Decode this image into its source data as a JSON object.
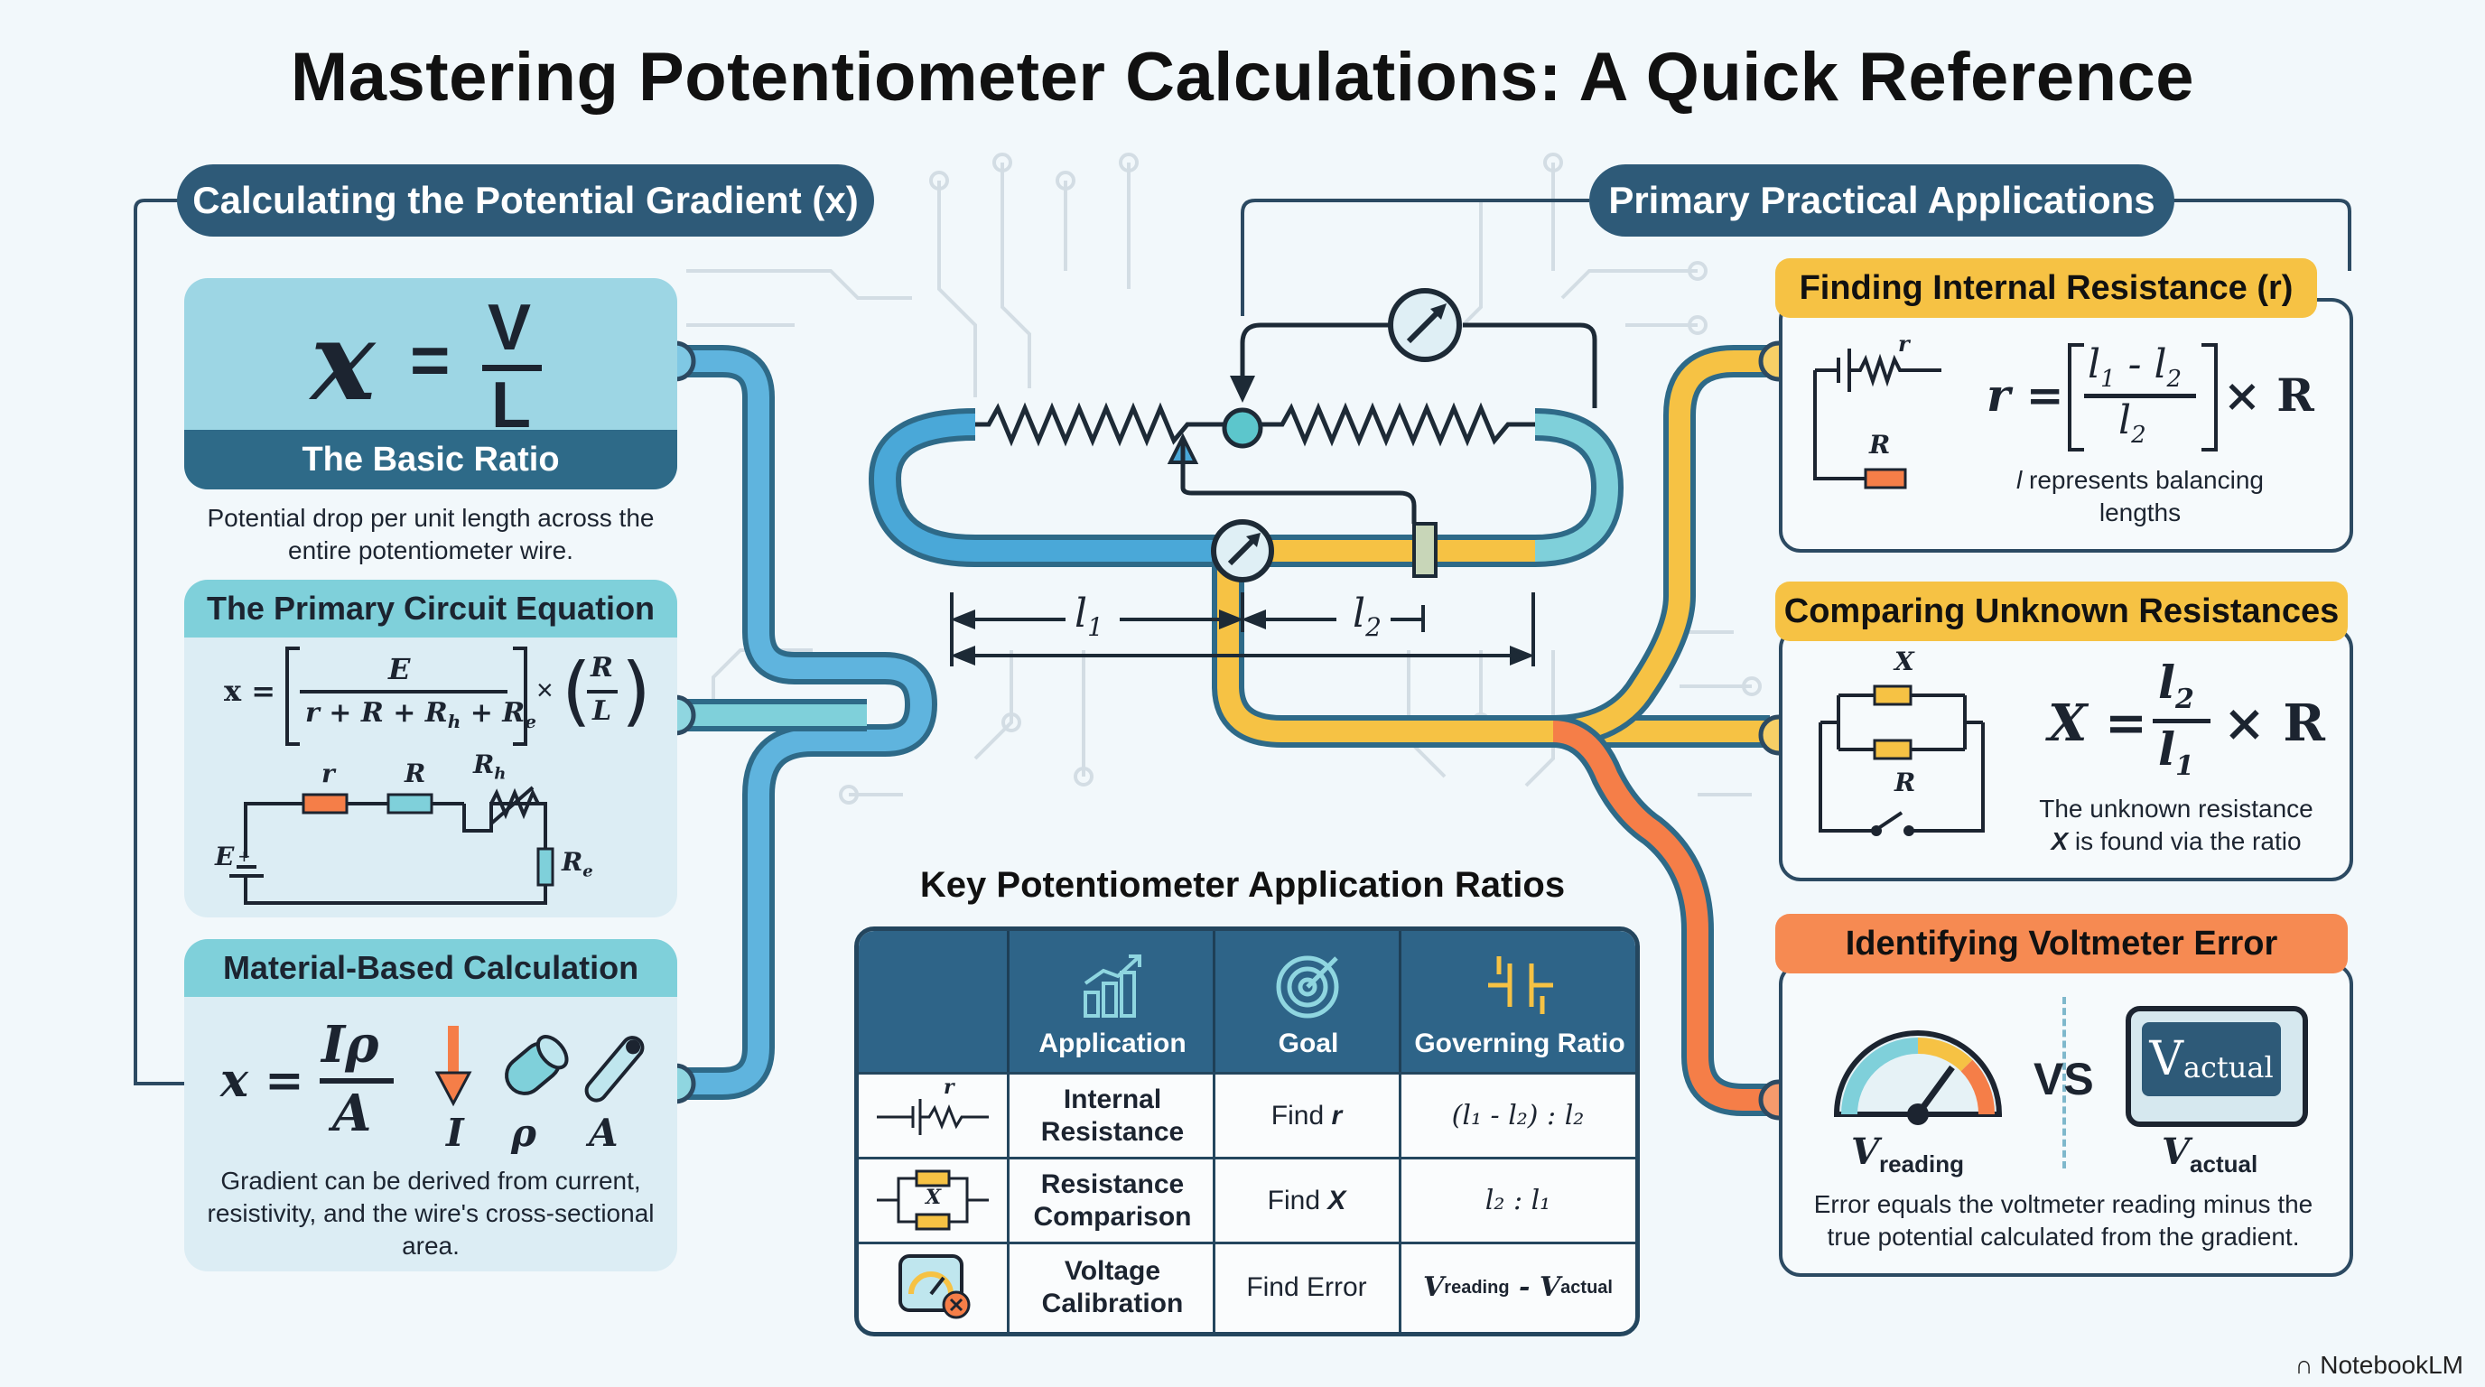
{
  "title": "Mastering Potentiometer Calculations: A Quick Reference",
  "left_section": {
    "pill": "Calculating the Potential Gradient (x)",
    "basic": {
      "formula_lhs": "x",
      "formula_num": "V",
      "formula_den": "L",
      "label": "The Basic Ratio",
      "description": "Potential drop per unit length across the entire potentiometer wire."
    },
    "circuit": {
      "heading": "The Primary Circuit Equation",
      "lhs": "x = ",
      "num": "E",
      "den": "r + R + R",
      "den_h": "h",
      "den_plus": " + R",
      "den_e": "e",
      "r_num": "R",
      "r_den": "L",
      "labels": {
        "r": "r",
        "R": "R",
        "Rh": "R",
        "Rh_sub": "h",
        "Re": "R",
        "Re_sub": "e",
        "E": "E"
      }
    },
    "material": {
      "heading": "Material-Based Calculation",
      "lhs": "x = ",
      "num": "Iρ",
      "den": "A",
      "icon_I": "I",
      "icon_rho": "ρ",
      "icon_A": "A",
      "description": "Gradient can be derived from current, resistivity, and the wire's cross-sectional area."
    }
  },
  "center": {
    "l1": "l",
    "l1_sub": "1",
    "l2": "l",
    "l2_sub": "2"
  },
  "right_section": {
    "pill": "Primary Practical Applications",
    "internal": {
      "heading": "Finding Internal Resistance (r)",
      "lhs": "r = ",
      "num_a": "l",
      "num_a_sub": "1",
      "num_mid": " - l",
      "num_b_sub": "2",
      "den": "l",
      "den_sub": "2",
      "rhs": "× R",
      "label_r": "r",
      "label_R": "R",
      "note_i": "l",
      "note": " represents balancing lengths"
    },
    "compare": {
      "heading": "Comparing Unknown Resistances",
      "lhs": "X = ",
      "num": "l",
      "num_sub": "2",
      "den": "l",
      "den_sub": "1",
      "rhs": "× R",
      "label_X": "X",
      "label_R": "R",
      "note1": "The unknown resistance",
      "note2_i": "X",
      "note2": " is found via the ratio"
    },
    "voltmeter": {
      "heading": "Identifying Voltmeter Error",
      "vs": "VS",
      "v_big": "V",
      "v_big_sub": "actual",
      "v_read": "V",
      "v_read_sub": "reading",
      "v_act": "V",
      "v_act_sub": "actual",
      "description": "Error equals the voltmeter reading minus the true potential calculated from the gradient."
    }
  },
  "table": {
    "title": "Key Potentiometer Application Ratios",
    "headers": [
      "Application",
      "Goal",
      "Governing Ratio"
    ],
    "rows": [
      {
        "application": "Internal Resistance",
        "goal": "Find ",
        "goal_i": "r",
        "ratio": "(l₁ - l₂) : l₂",
        "icon_label": "r"
      },
      {
        "application": "Resistance Comparison",
        "goal": "Find ",
        "goal_i": "X",
        "ratio": "l₂ : l₁",
        "icon_label": "X"
      },
      {
        "application": "Voltage Calibration",
        "goal": "Find Error",
        "goal_i": "",
        "ratio_a": "V",
        "ratio_a_sub": "reading",
        "ratio_mid": " - V",
        "ratio_b_sub": "actual"
      }
    ]
  },
  "brand": "NotebookLM",
  "colors": {
    "navy": "#2e5a78",
    "teal": "#5fc6d2",
    "blue": "#4aa8d8",
    "yellow": "#f6c244",
    "orange": "#f57e48",
    "card": "#dcedf4",
    "head_teal": "#7fd0da"
  }
}
